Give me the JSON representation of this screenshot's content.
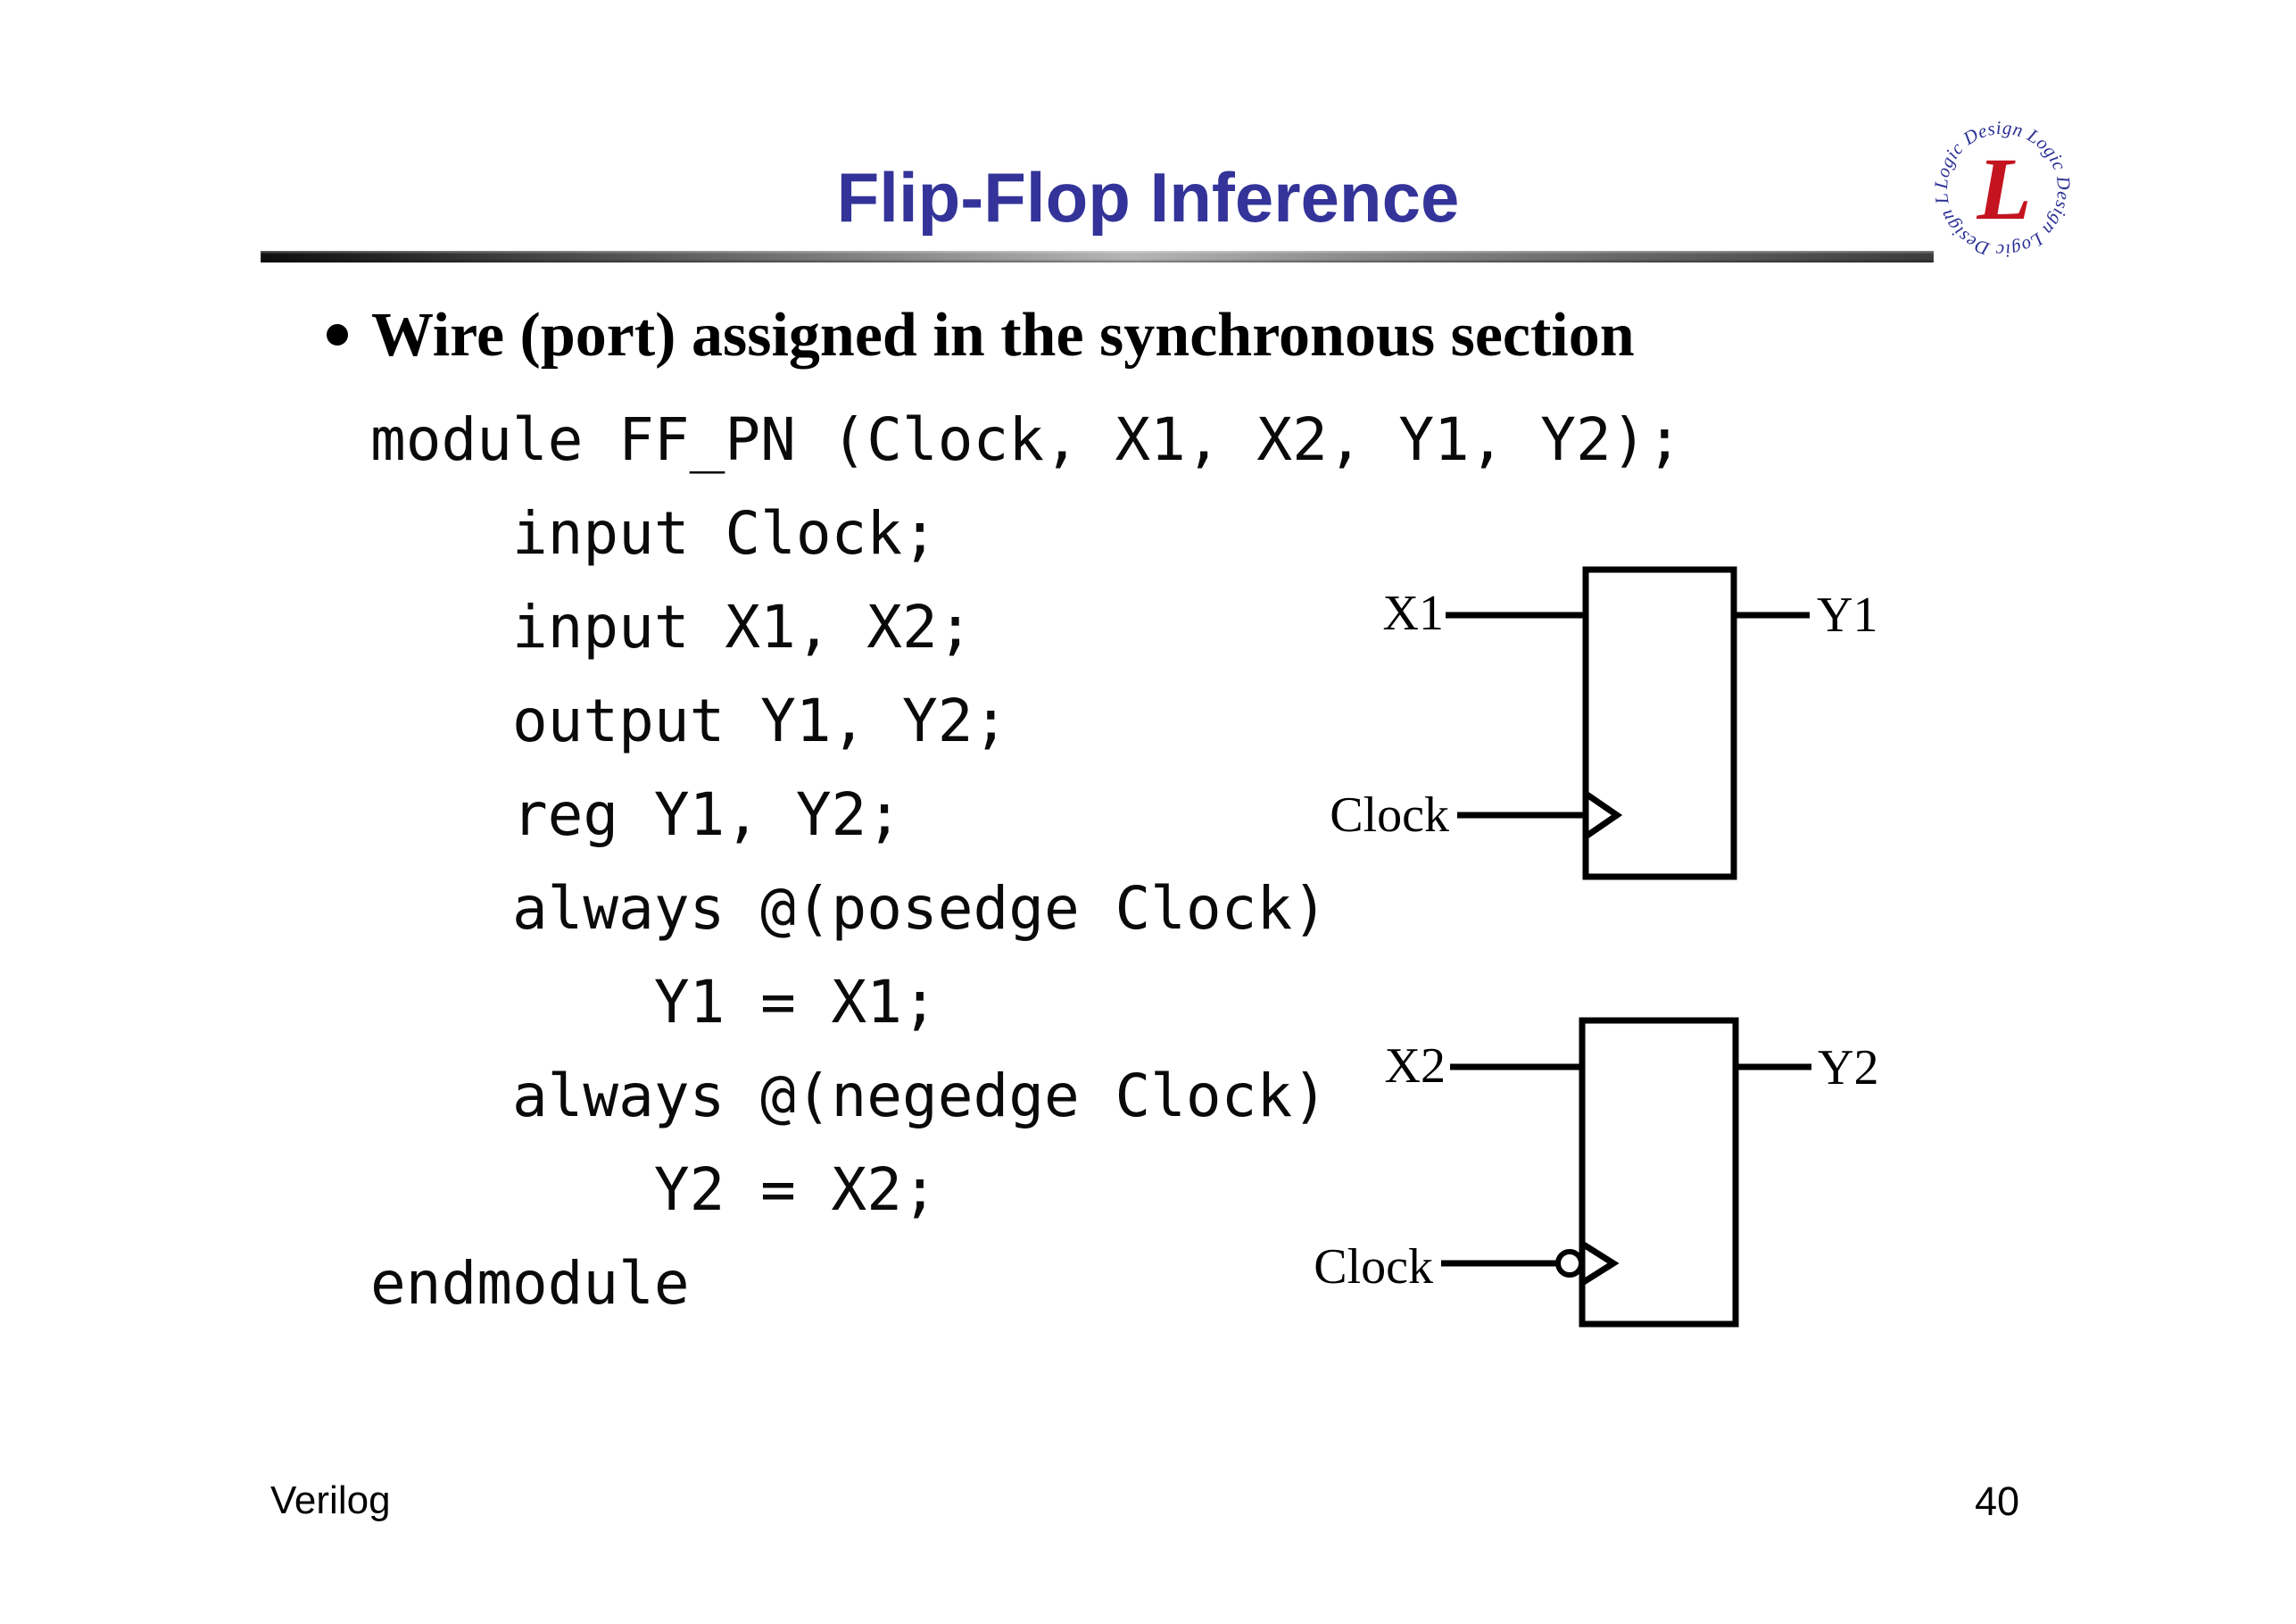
{
  "slide": {
    "title": "Flip-Flop Inference",
    "bullet_text": "Wire (port) assigned in the synchronous section",
    "footer_label": "Verilog",
    "page_number": "40"
  },
  "code": {
    "lines": [
      "module FF_PN (Clock, X1, X2, Y1, Y2);",
      "    input Clock;",
      "    input X1, X2;",
      "    output Y1, Y2;",
      "    reg Y1, Y2;",
      "    always @(posedge Clock)",
      "        Y1 = X1;",
      "    always @(negedge Clock)",
      "        Y2 = X2;",
      "endmodule"
    ]
  },
  "diagrams": {
    "ff_posedge": {
      "input_label": "X1",
      "output_label": "Y1",
      "clock_label": "Clock",
      "trigger": "posedge",
      "clock_bubble": false
    },
    "ff_negedge": {
      "input_label": "X2",
      "output_label": "Y2",
      "clock_label": "Clock",
      "trigger": "negedge",
      "clock_bubble": true
    }
  },
  "logo": {
    "ring_text": "Logic Design Logic Design Logic Design Logic Design",
    "center_letter": "L",
    "blue": "#2b2f94",
    "red": "#c41420"
  },
  "colors": {
    "title_blue": "#333399",
    "text_black": "#000000"
  }
}
